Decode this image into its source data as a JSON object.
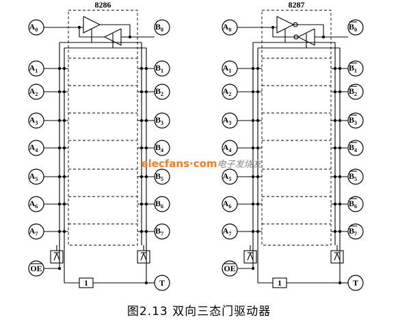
{
  "chips": [
    {
      "name": "8286",
      "pins_a": [
        "A0",
        "A1",
        "A2",
        "A3",
        "A4",
        "A5",
        "A6",
        "A7"
      ],
      "pins_b": [
        "B0",
        "B1",
        "B2",
        "B3",
        "B4",
        "B5",
        "B6",
        "B7"
      ],
      "b_inverted": false,
      "oe_label": "OE",
      "t_label": "T",
      "inverter_label": "1"
    },
    {
      "name": "8287",
      "pins_a": [
        "A0",
        "A1",
        "A2",
        "A3",
        "A4",
        "A5",
        "A6",
        "A7"
      ],
      "pins_b": [
        "B0",
        "B1",
        "B2",
        "B3",
        "B4",
        "B5",
        "B6",
        "B7"
      ],
      "b_inverted": true,
      "oe_label": "OE",
      "t_label": "T",
      "inverter_label": "1"
    }
  ],
  "watermark": {
    "brand": "elecfans·com",
    "cn": "电子发烧友"
  },
  "caption": "图2.13    双向三态门驱动器"
}
